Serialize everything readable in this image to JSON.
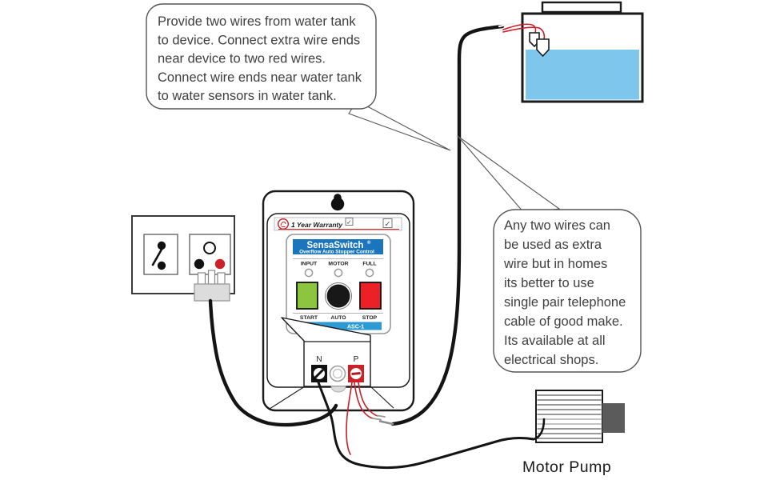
{
  "callouts": {
    "left": {
      "lines": [
        "Provide two wires from water tank",
        "to device. Connect extra wire ends",
        "near device to two red wires.",
        "Connect wire ends near water tank",
        "to water sensors in water tank."
      ]
    },
    "right": {
      "lines": [
        "Any two wires can",
        "be used as extra",
        "wire but in homes",
        "its better to use",
        "single pair telephone",
        "cable of good make.",
        "Its available at all",
        "electrical shops."
      ]
    }
  },
  "device": {
    "warranty_label": "1 Year Warranty",
    "check_glyph": "✓",
    "brand": "SensaSwitch",
    "registered_mark": "®",
    "subtitle": "Overflow Auto Stopper Control",
    "model": "ASC-1",
    "indicators": [
      "INPUT",
      "MOTOR",
      "FULL"
    ],
    "buttons": [
      "START",
      "AUTO",
      "STOP"
    ],
    "terminals": {
      "neutral": "N",
      "phase": "P"
    }
  },
  "pump": {
    "label": "Motor Pump"
  },
  "colors": {
    "water": "#7EC6EC",
    "header_blue": "#1B75BC",
    "strip_blue": "#2D9AD4",
    "button_green": "#8CC63E",
    "button_red": "#EC2127",
    "terminal_red": "#CE2027",
    "wire_red": "#C8202A",
    "warranty_red": "#C41B20"
  }
}
